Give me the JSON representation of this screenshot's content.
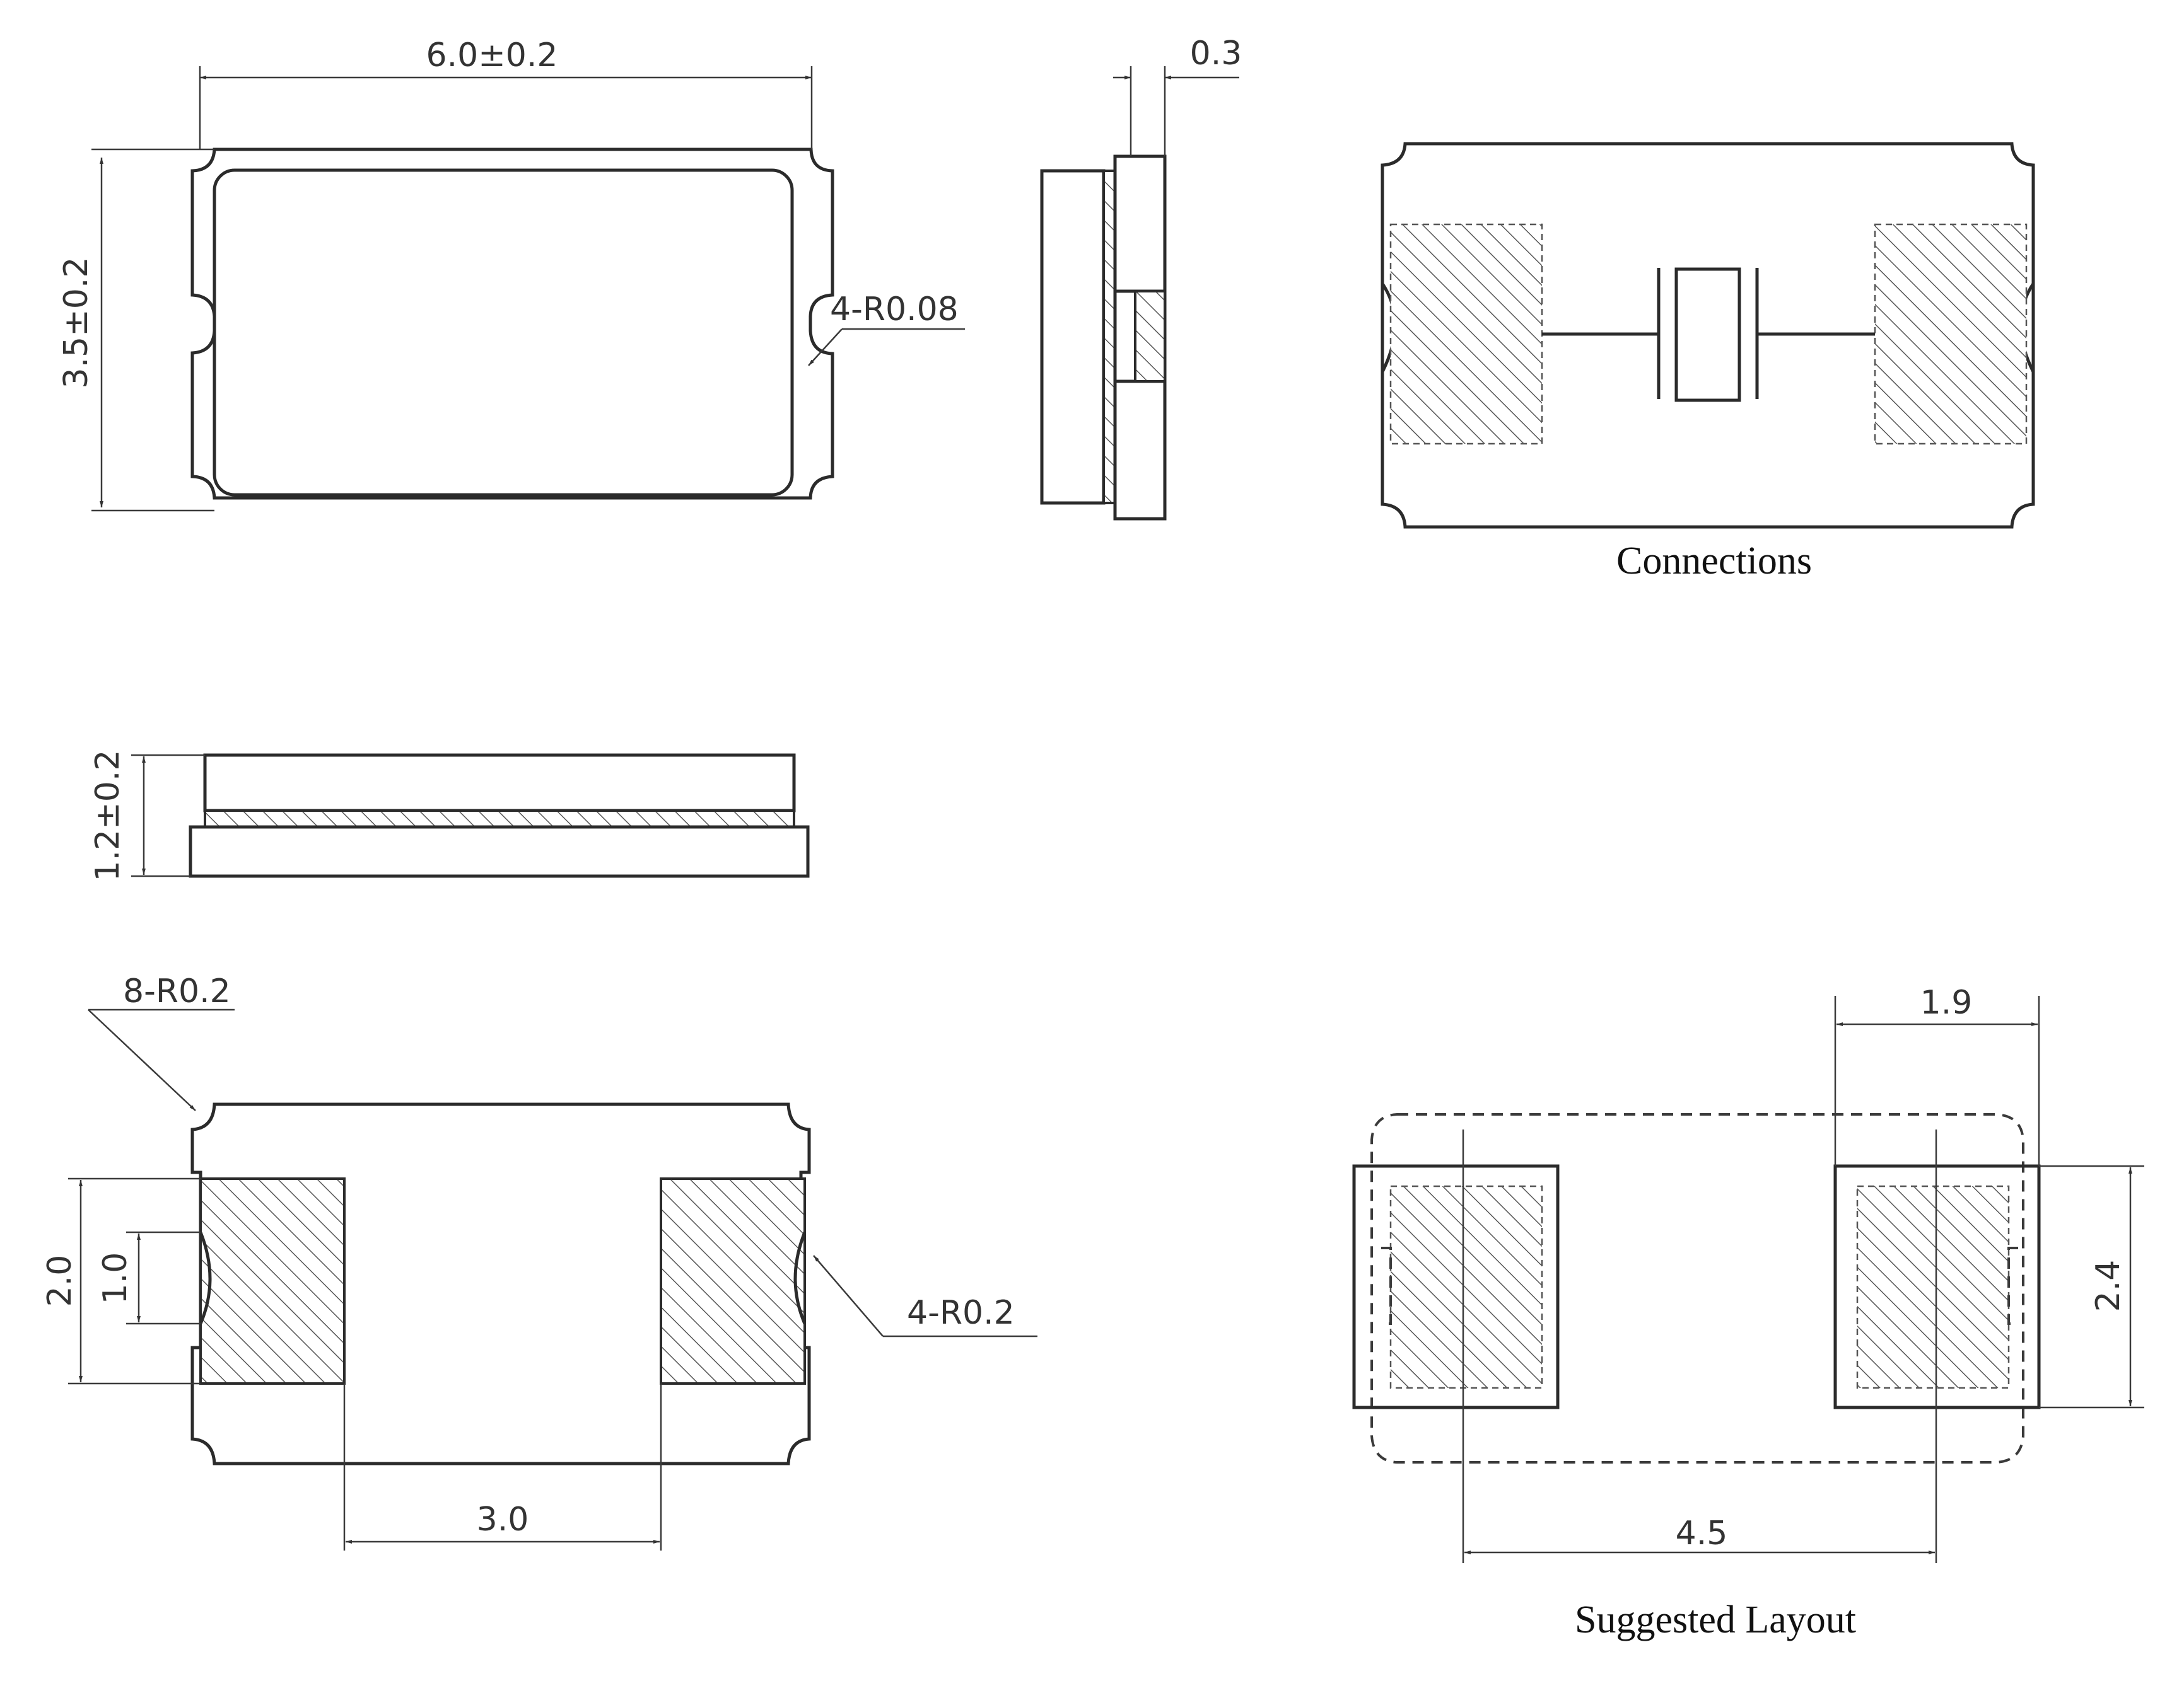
{
  "dimensions": {
    "length": "6.0±0.2",
    "width": "3.5±0.2",
    "lid_edge": "0.3",
    "lid_corner_radius": "4-R0.08",
    "height": "1.2±0.2",
    "outer_corner_radius": "8-R0.2",
    "pad_height": "2.0",
    "castellation_height": "1.0",
    "castellation_radius": "4-R0.2",
    "pad_spacing": "3.0",
    "layout_pad_width": "1.9",
    "layout_pad_height": "2.4",
    "layout_pad_pitch": "4.5"
  },
  "captions": {
    "connections": "Connections",
    "suggested_layout": "Suggested Layout"
  },
  "colors": {
    "line": "#2b2b2b",
    "hatch": "#555555"
  }
}
